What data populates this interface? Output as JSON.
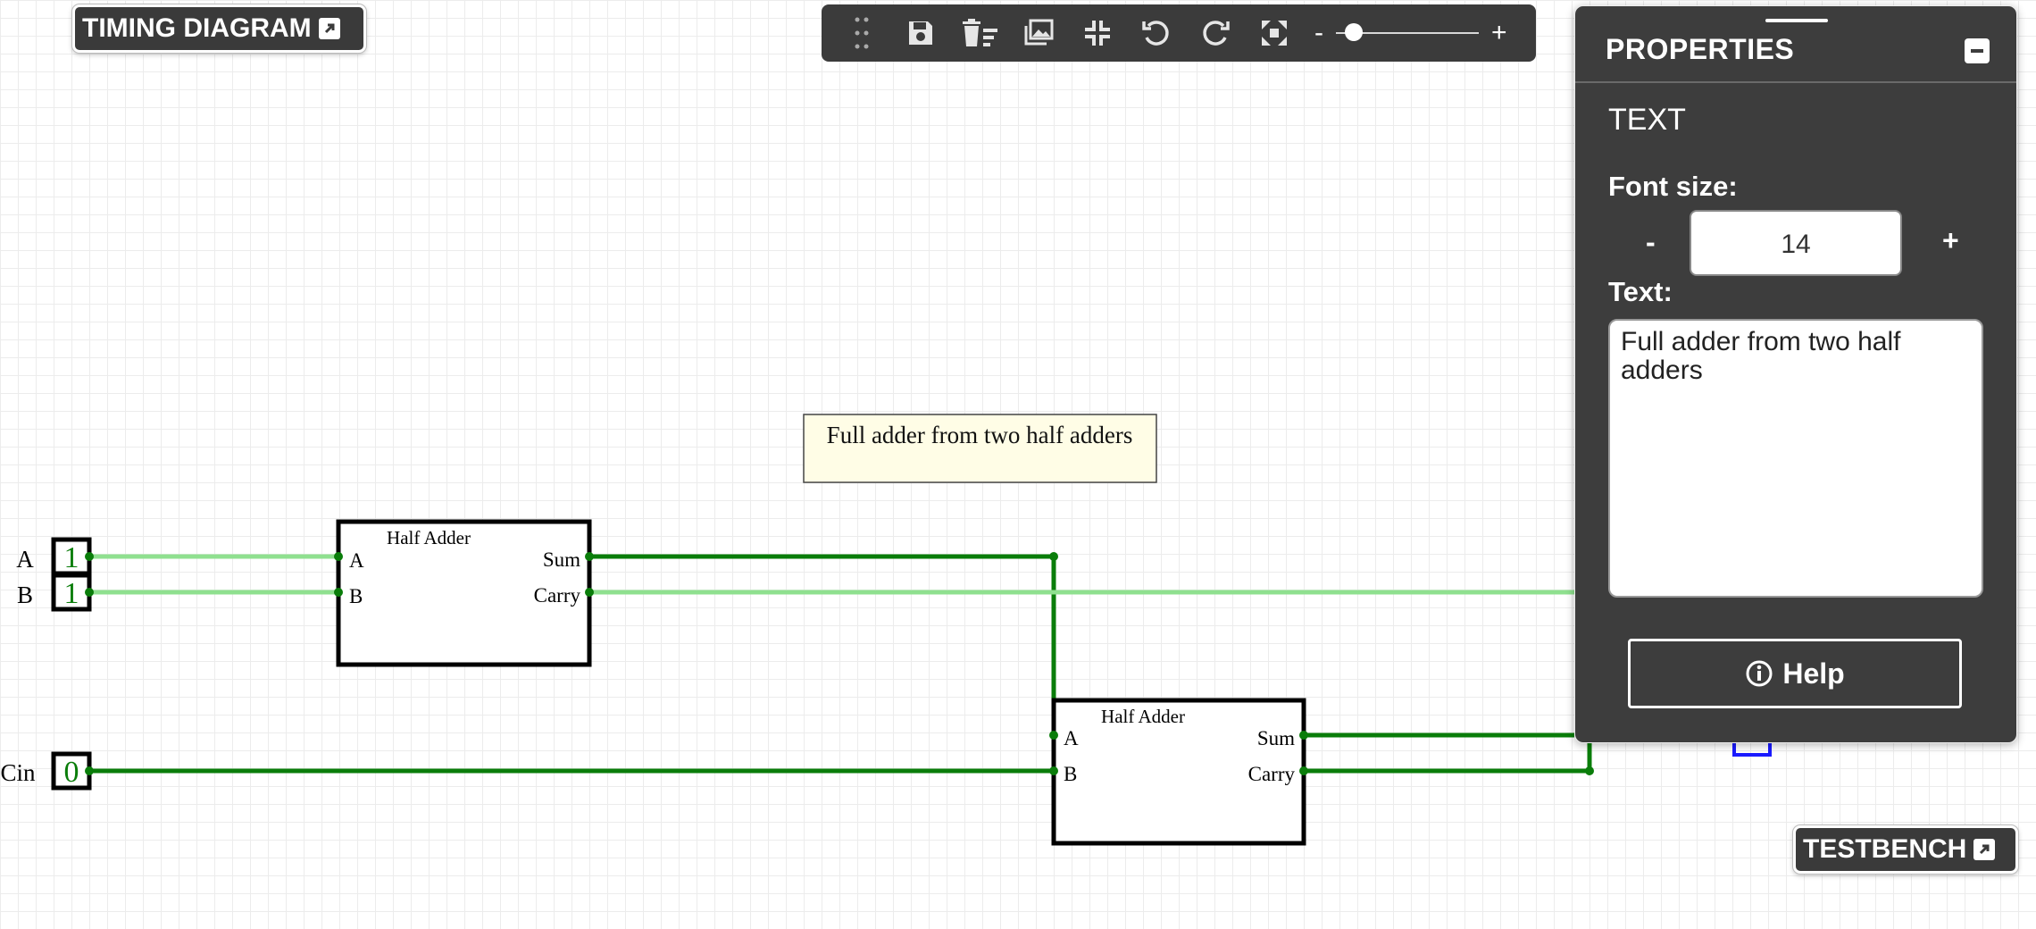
{
  "timing_button": {
    "label": "TIMING DIAGRAM"
  },
  "testbench_button": {
    "label": "TESTBENCH"
  },
  "toolbar": {
    "buttons": [
      "drag-handle-icon",
      "save-icon",
      "clear-icon",
      "image-icon",
      "fit-icon",
      "undo-icon",
      "redo-icon",
      "fullscreen-icon"
    ],
    "zoom_minus": "-",
    "zoom_plus": "+"
  },
  "circuit": {
    "annotation": "Full adder from two half adders",
    "inputs": [
      {
        "name": "A",
        "value": "1"
      },
      {
        "name": "B",
        "value": "1"
      },
      {
        "name": "Cin",
        "value": "0"
      }
    ],
    "half_adder_1": {
      "title": "Half Adder",
      "in_a": "A",
      "in_b": "B",
      "out_sum": "Sum",
      "out_carry": "Carry"
    },
    "half_adder_2": {
      "title": "Half Adder",
      "in_a": "A",
      "in_b": "B",
      "out_sum": "Sum",
      "out_carry": "Carry"
    },
    "colors": {
      "wire_low": "#0a7d0a",
      "wire_high": "#8fe08f"
    }
  },
  "properties": {
    "title": "PROPERTIES",
    "element_type": "TEXT",
    "font_size_label": "Font size:",
    "font_size_minus": "-",
    "font_size_value": "14",
    "font_size_plus": "+",
    "text_label": "Text:",
    "text_value": "Full adder from two half adders",
    "help_label": "Help"
  }
}
